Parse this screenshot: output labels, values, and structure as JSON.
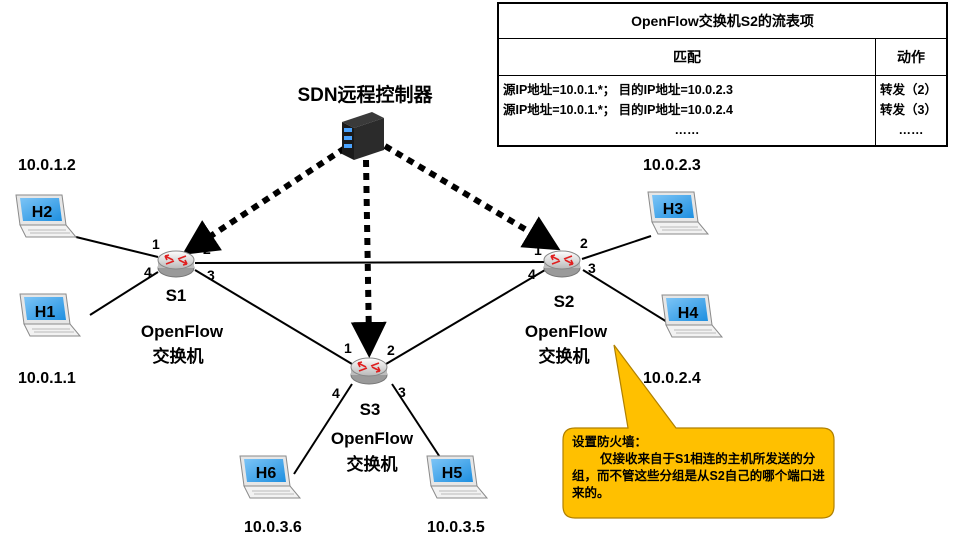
{
  "flow_table": {
    "title": "OpenFlow交换机S2的流表项",
    "match_header": "匹配",
    "action_header": "动作",
    "rows": [
      {
        "match": "源IP地址=10.0.1.*；  目的IP地址=10.0.2.3",
        "action": "转发（2）"
      },
      {
        "match": "源IP地址=10.0.1.*；  目的IP地址=10.0.2.4",
        "action": "转发（3）"
      },
      {
        "match": "……",
        "action": "……"
      }
    ]
  },
  "controller": {
    "label": "SDN远程控制器",
    "icon": "server-icon"
  },
  "switches": [
    {
      "id": "S1",
      "line1": "OpenFlow",
      "line2": "交换机",
      "ports": [
        "1",
        "2",
        "3",
        "4"
      ]
    },
    {
      "id": "S2",
      "line1": "OpenFlow",
      "line2": "交换机",
      "ports": [
        "1",
        "2",
        "3",
        "4"
      ]
    },
    {
      "id": "S3",
      "line1": "OpenFlow",
      "line2": "交换机",
      "ports": [
        "1",
        "2",
        "3",
        "4"
      ]
    }
  ],
  "hosts": [
    {
      "name": "H1",
      "ip": "10.0.1.1"
    },
    {
      "name": "H2",
      "ip": "10.0.1.2"
    },
    {
      "name": "H3",
      "ip": "10.0.2.3"
    },
    {
      "name": "H4",
      "ip": "10.0.2.4"
    },
    {
      "name": "H5",
      "ip": "10.0.3.5"
    },
    {
      "name": "H6",
      "ip": "10.0.3.6"
    }
  ],
  "callout": {
    "title": "设置防火墙：",
    "body": "仅接收来自于S1相连的主机所发送的分组，而不管这些分组是从S2自己的哪个端口进来的。",
    "color": "#ffc000"
  },
  "colors": {
    "laptop_screen": "#1e8fe0",
    "router_arrows": "#e02020",
    "controller_body": "#1a1a1a"
  }
}
